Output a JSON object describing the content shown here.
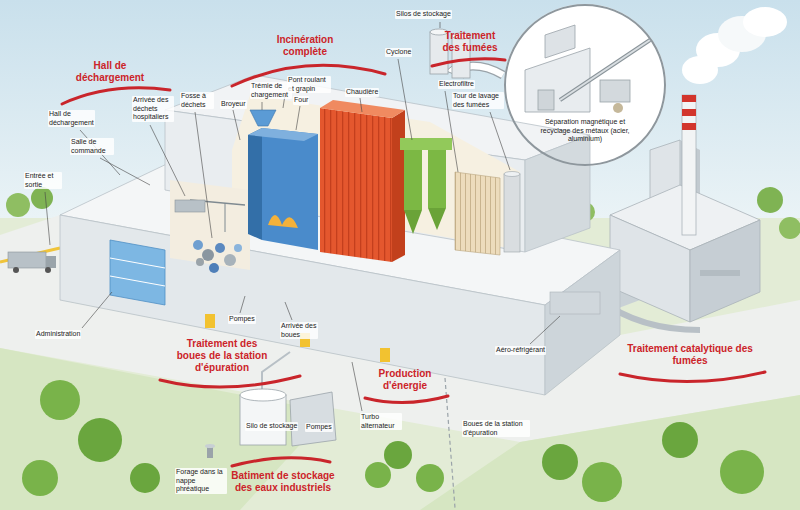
{
  "diagram": {
    "nodes": [
      {
        "text": [
          "Séparation magnétique et recyclage des métaux (acier, aluminium)"
        ]
      }
    ],
    "labels": [
      "Silos de stockage",
      "Incinération complète",
      "Traitement des fumées",
      "Cyclone",
      "Electrofiltre",
      "Pont roulant et grapin",
      "Tour de lavage des fumées",
      "Trémie de chargement",
      "Hall de déchargement",
      "Arrivée des déchets hospitaliers",
      "Fosse à déchets",
      "Chaudière",
      "Four",
      "Broyeur",
      "Hall de déchargement",
      "Salle de commande",
      "Entrée et sortie",
      "Pompes",
      "Administration",
      "Arrivée des boues",
      "Traitement des boues de la station d'épuration",
      "Traitement catalytique des fumées",
      "Aéro-réfrigérant",
      "Production d'énergie",
      "Turbo alternateur",
      "Boues de la station d'épuration",
      "Silo de stockage",
      "Pompes",
      "Forage dans la nappe phréatique",
      "Batiment de stockage des eaux industriels"
    ]
  }
}
